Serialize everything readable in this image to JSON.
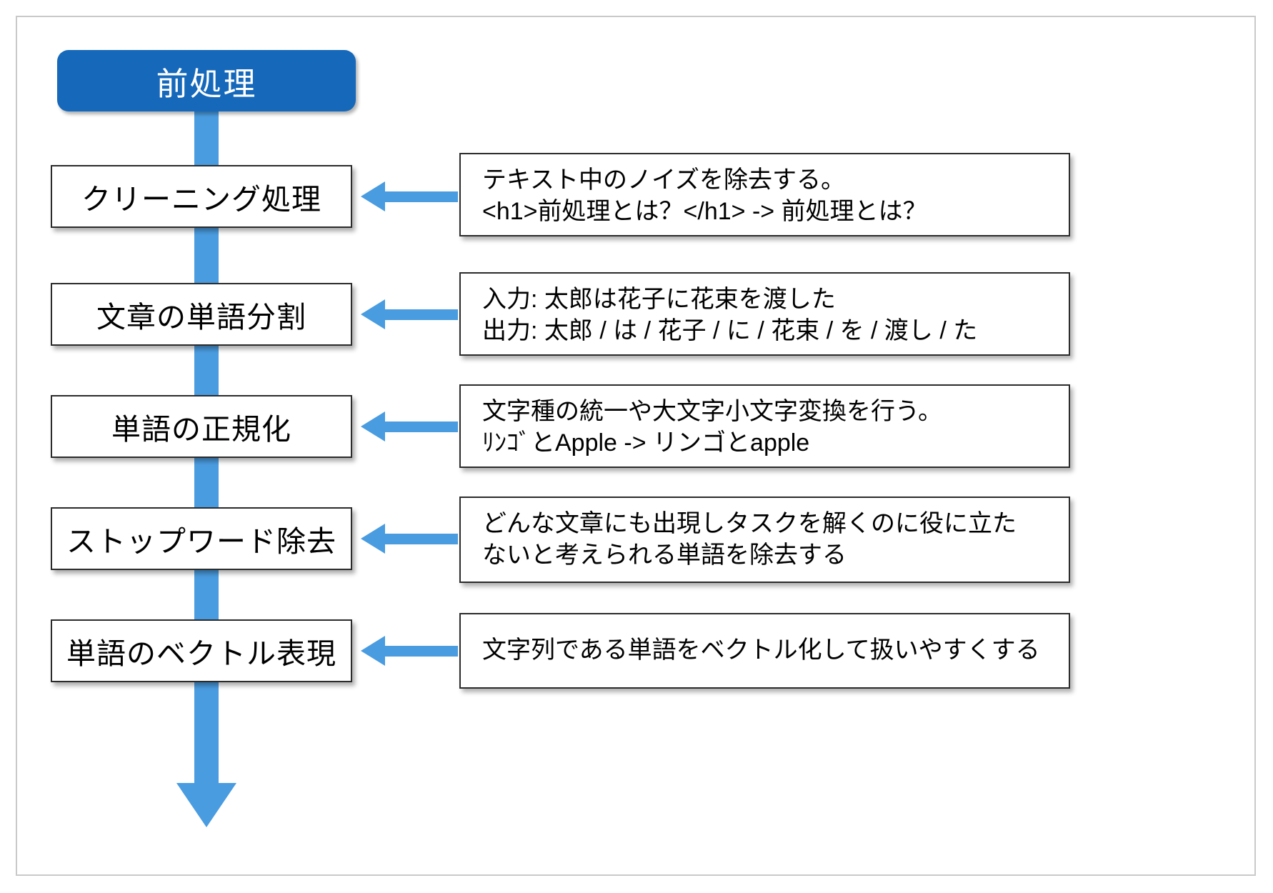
{
  "diagram": {
    "title": "前処理",
    "colors": {
      "title_fill": "#1668BA",
      "title_text": "#FFFFFF",
      "flow_line": "#4A9CE0",
      "arrow": "#4A9CE0",
      "box_border": "#2B2B2B",
      "box_fill": "#FFFFFF",
      "slide_border": "#C9C9C9"
    },
    "steps": [
      {
        "label": "クリーニング処理"
      },
      {
        "label": "文章の単語分割"
      },
      {
        "label": "単語の正規化"
      },
      {
        "label": "ストップワード除去"
      },
      {
        "label": "単語のベクトル表現"
      }
    ],
    "notes": [
      {
        "line1": "テキスト中のノイズを除去する。",
        "line2": "<h1>前処理とは？</h1> -> 前処理とは？"
      },
      {
        "line1": "入力: 太郎は花子に花束を渡した",
        "line2": "出力: 太郎 / は / 花子 / に / 花束 / を / 渡し / た"
      },
      {
        "line1": "文字種の統一や大文字小文字変換を行う。",
        "line2": "ﾘﾝｺﾞとApple -> リンゴとapple"
      },
      {
        "line1": "どんな文章にも出現しタスクを解くのに役に立た",
        "line2": "ないと考えられる単語を除去する"
      },
      {
        "line1": "文字列である単語をベクトル化して扱いやすくする",
        "line2": ""
      }
    ]
  }
}
